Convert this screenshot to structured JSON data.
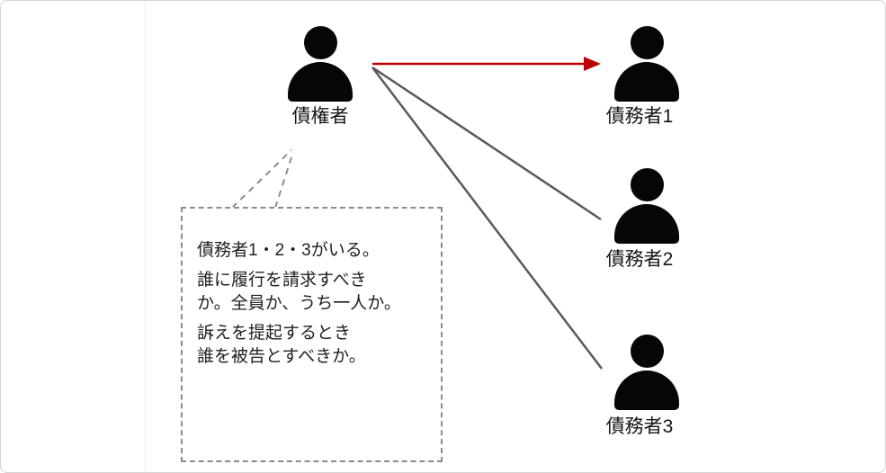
{
  "diagram": {
    "creditor": {
      "label": "債権者"
    },
    "debtors": [
      {
        "label": "債務者1"
      },
      {
        "label": "債務者2"
      },
      {
        "label": "債務者3"
      }
    ],
    "bubble": {
      "lines": [
        "債務者1・2・3がいる。",
        "誰に履行を請求すべき",
        "か。全員か、うち一人か。",
        "訴えを提起するとき",
        "誰を被告とすべきか。"
      ]
    },
    "colors": {
      "arrow_red": "#c00000",
      "connector_gray": "#595959",
      "bubble_border": "#8c8c8c",
      "icon_black": "#060606"
    }
  }
}
